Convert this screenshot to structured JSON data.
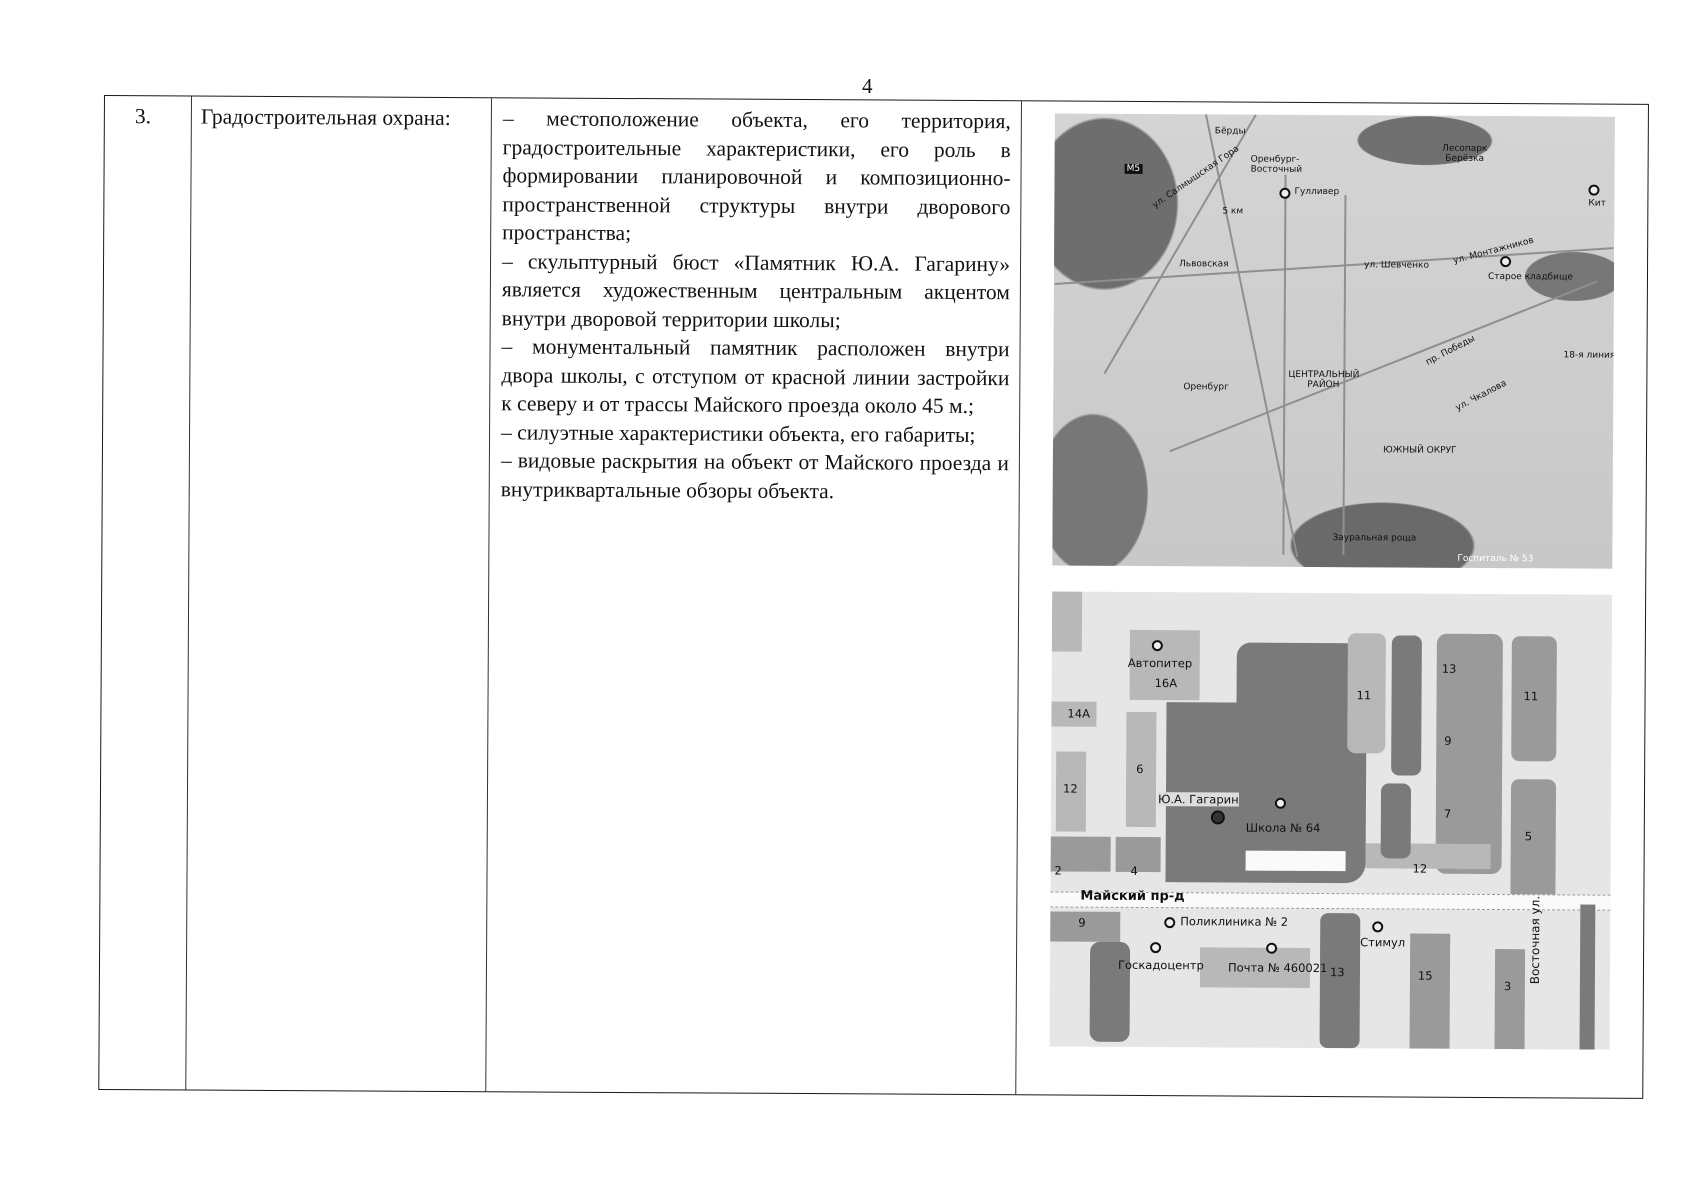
{
  "page": {
    "number": "4"
  },
  "row": {
    "index": "3.",
    "title": "Градостроительная охрана:",
    "items": [
      "– местоположение объекта, его территория, градостроительные характеристики, его роль в формировании планировочной и композиционно-пространственной структуры внутри дворового пространства;",
      "– скульптурный бюст «Памятник Ю.А. Гагарину» является художественным центральным акцентом внутри дворовой территории школы;",
      "– монументальный памятник расположен внутри двора школы, с отступом от красной линии застройки к северу и от трассы Майского проезда около 45 м.;",
      "– силуэтные характеристики объекта, его габариты;",
      "– видовые раскрытия на объект от Майского проезда и внутриквартальные обзоры объекта."
    ]
  },
  "map_overview": {
    "labels": {
      "berdy": "Бёрды",
      "highway": "М5",
      "gora": "ул. Салмышская Гора",
      "orenburg_vost": "Оренбург-Восточный",
      "gulliver": "Гулливер",
      "km5": "5 км",
      "lvovskaya": "Львовская",
      "shevchenko": "ул. Шевченко",
      "montazhnikov": "ул. Монтажников",
      "staroe": "Старое кладбище",
      "kit": "Кит",
      "lesopark": "Лесопарк Берёзка",
      "orenburg": "Оренбург",
      "central": "ЦЕНТРАЛЬНЫЙ РАЙОН",
      "south": "ЮЖНЫЙ ОКРУГ",
      "zauralnaya": "Зауральная роща",
      "pobedy": "пр. Победы",
      "chkalova": "ул. Чкалова",
      "line18": "18-я линия",
      "hospital": "Госпиталь № 53"
    }
  },
  "map_detail": {
    "labels": {
      "avtopiter": "Автопитер",
      "b16a": "16А",
      "b14a": "14А",
      "b12": "12",
      "b6": "6",
      "b11a": "11",
      "b13": "13",
      "b9": "9",
      "b7": "7",
      "b11b": "11",
      "b5": "5",
      "b12b": "12",
      "b2": "2",
      "b4": "4",
      "gagarin": "Ю.А. Гагарин",
      "school": "Школа № 64",
      "mayskiy": "Майский пр-д",
      "b9b": "9",
      "poliklinika": "Поликлиника № 2",
      "goskadocentr": "Госкадоцентр",
      "pochta": "Почта № 460021",
      "b13b": "13",
      "stimul": "Стимул",
      "b15": "15",
      "b3": "3",
      "vostochnaya": "Восточная ул."
    }
  }
}
